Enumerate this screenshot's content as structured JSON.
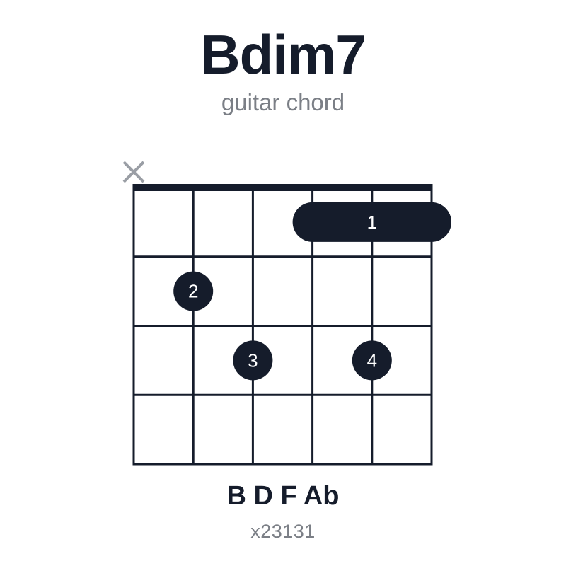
{
  "chord": {
    "name": "Bdim7",
    "subtitle": "guitar chord",
    "notes": "B D F Ab",
    "fingering": "x23131"
  },
  "diagram": {
    "strings": 6,
    "frets_shown": 4,
    "nut": true,
    "muted_strings": [
      1
    ],
    "barre": {
      "fret": 1,
      "from_string": 4,
      "to_string": 6,
      "finger": "1"
    },
    "dots": [
      {
        "string": 2,
        "fret": 2,
        "finger": "2"
      },
      {
        "string": 3,
        "fret": 3,
        "finger": "3"
      },
      {
        "string": 5,
        "fret": 3,
        "finger": "4"
      }
    ],
    "colors": {
      "ink": "#151c2b",
      "muted": "#9a9ea5",
      "label": "#ffffff",
      "grid": "#151c2b"
    }
  }
}
